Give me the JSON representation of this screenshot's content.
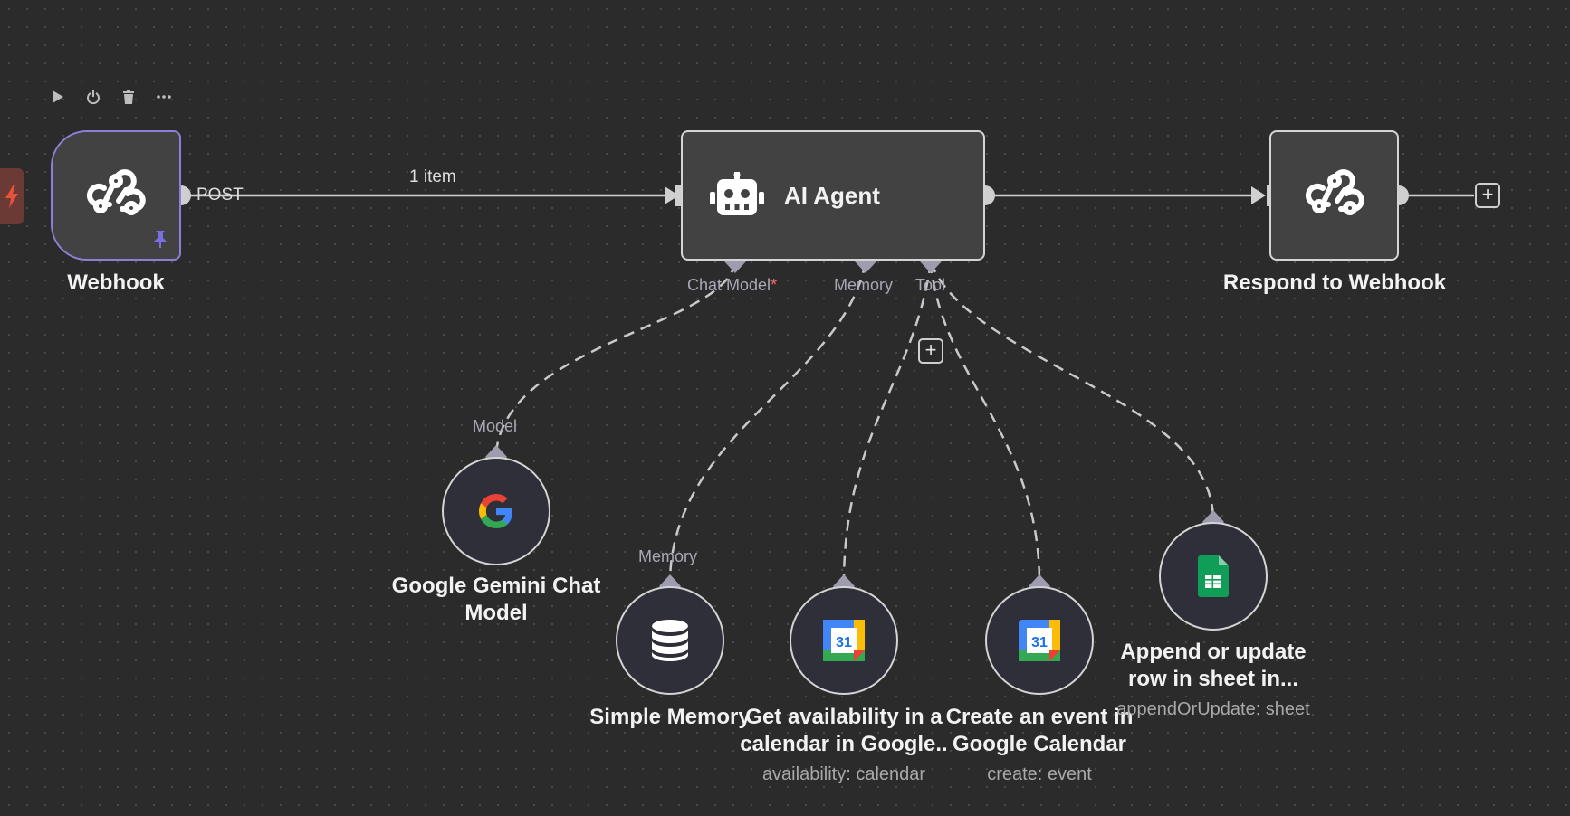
{
  "toolbar": {
    "items": [
      {
        "name": "play-icon",
        "glyph": "▶"
      },
      {
        "name": "power-icon",
        "glyph": "⏻"
      },
      {
        "name": "trash-icon",
        "glyph": "🗑"
      },
      {
        "name": "more-icon",
        "glyph": "···"
      }
    ]
  },
  "nodes": {
    "webhook": {
      "title": "Webhook",
      "output_label": "POST",
      "icon": "webhook-icon",
      "pin_icon": "pin-icon"
    },
    "agent": {
      "title": "AI Agent",
      "icon": "robot-icon"
    },
    "respond": {
      "title": "Respond to Webhook",
      "icon": "webhook-icon"
    },
    "gemini": {
      "title_line1": "Google Gemini Chat",
      "title_line2": "Model",
      "port_label": "Model",
      "icon": "google-icon"
    },
    "memory": {
      "title": "Simple Memory",
      "port_label": "Memory",
      "icon": "database-icon"
    },
    "get_availability": {
      "title_line1": "Get availability in a",
      "title_line2": "calendar in Google..",
      "subtitle": "availability: calendar",
      "icon": "google-calendar-icon",
      "calendar_day": "31"
    },
    "create_event": {
      "title_line1": "Create an event in",
      "title_line2": "Google Calendar",
      "subtitle": "create: event",
      "icon": "google-calendar-icon",
      "calendar_day": "31"
    },
    "sheets": {
      "title_line1": "Append or update",
      "title_line2": "row in sheet in...",
      "subtitle": "appendOrUpdate: sheet",
      "icon": "google-sheets-icon"
    }
  },
  "agent_ports": {
    "chat_model": "Chat Model",
    "chat_model_required": "*",
    "memory": "Memory",
    "tool": "Tool"
  },
  "edge": {
    "main_label": "1 item"
  },
  "colors": {
    "canvas": "#2b2b2b",
    "node_fill": "#424242",
    "node_border": "#d4d4d4",
    "selected_border": "#8b80d8",
    "required": "#ff6b6b",
    "trigger": "#e5533d"
  }
}
